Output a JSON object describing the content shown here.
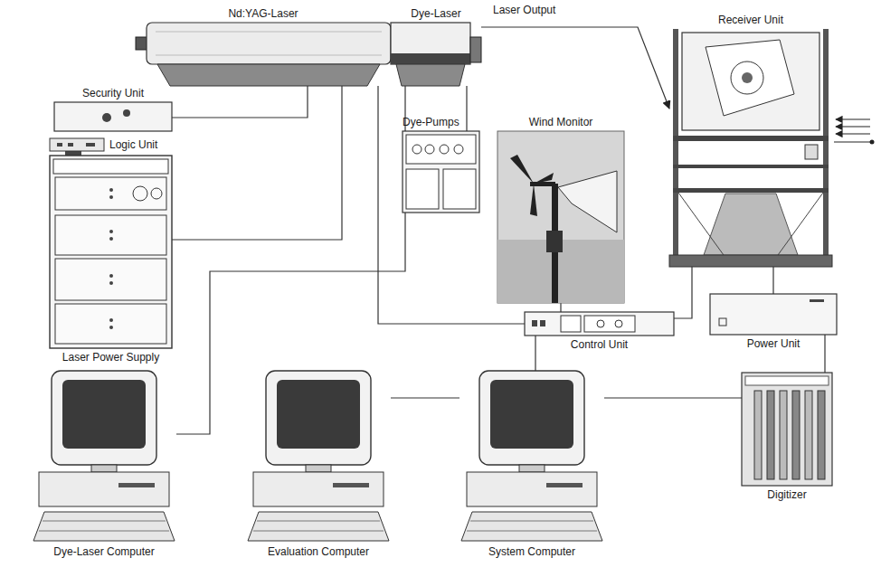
{
  "diagram": {
    "nodes": [
      {
        "text": [
          "Nd:YAG-Laser"
        ]
      },
      {
        "text": [
          "Dye-Laser"
        ]
      },
      {
        "text": [
          "Receiver Unit"
        ]
      },
      {
        "text": [
          "Security Unit"
        ]
      },
      {
        "text": [
          "Logic Unit"
        ]
      },
      {
        "text": [
          "Laser Power Supply"
        ]
      },
      {
        "text": [
          "Dye-Pumps"
        ]
      },
      {
        "text": [
          "Wind Monitor"
        ]
      },
      {
        "text": [
          "Control Unit"
        ]
      },
      {
        "text": [
          "Power Unit"
        ]
      },
      {
        "text": [
          "Digitizer"
        ]
      },
      {
        "text": [
          "Dye-Laser Computer"
        ]
      },
      {
        "text": [
          "Evaluation Computer"
        ]
      },
      {
        "text": [
          "System Computer"
        ]
      }
    ],
    "edges": [
      {
        "from": 0,
        "to": 3,
        "arrow": "none"
      },
      {
        "from": 0,
        "to": 5,
        "arrow": "none"
      },
      {
        "from": 0,
        "to": 8,
        "arrow": "none"
      },
      {
        "from": 1,
        "to": 6,
        "arrow": "none"
      },
      {
        "from": 11,
        "to": 1,
        "arrow": "none"
      },
      {
        "from": 1,
        "to": 2,
        "arrow": "to"
      },
      {
        "from": 7,
        "to": 8,
        "arrow": "none"
      },
      {
        "from": 8,
        "to": 2,
        "arrow": "none"
      },
      {
        "from": 2,
        "to": 9,
        "arrow": "none"
      },
      {
        "from": 9,
        "to": 10,
        "arrow": "none"
      },
      {
        "from": 13,
        "to": 8,
        "arrow": "none"
      },
      {
        "from": 13,
        "to": 10,
        "arrow": "none"
      },
      {
        "from": 12,
        "to": 13,
        "arrow": "none"
      }
    ],
    "labels": [
      "Laser Output"
    ]
  }
}
